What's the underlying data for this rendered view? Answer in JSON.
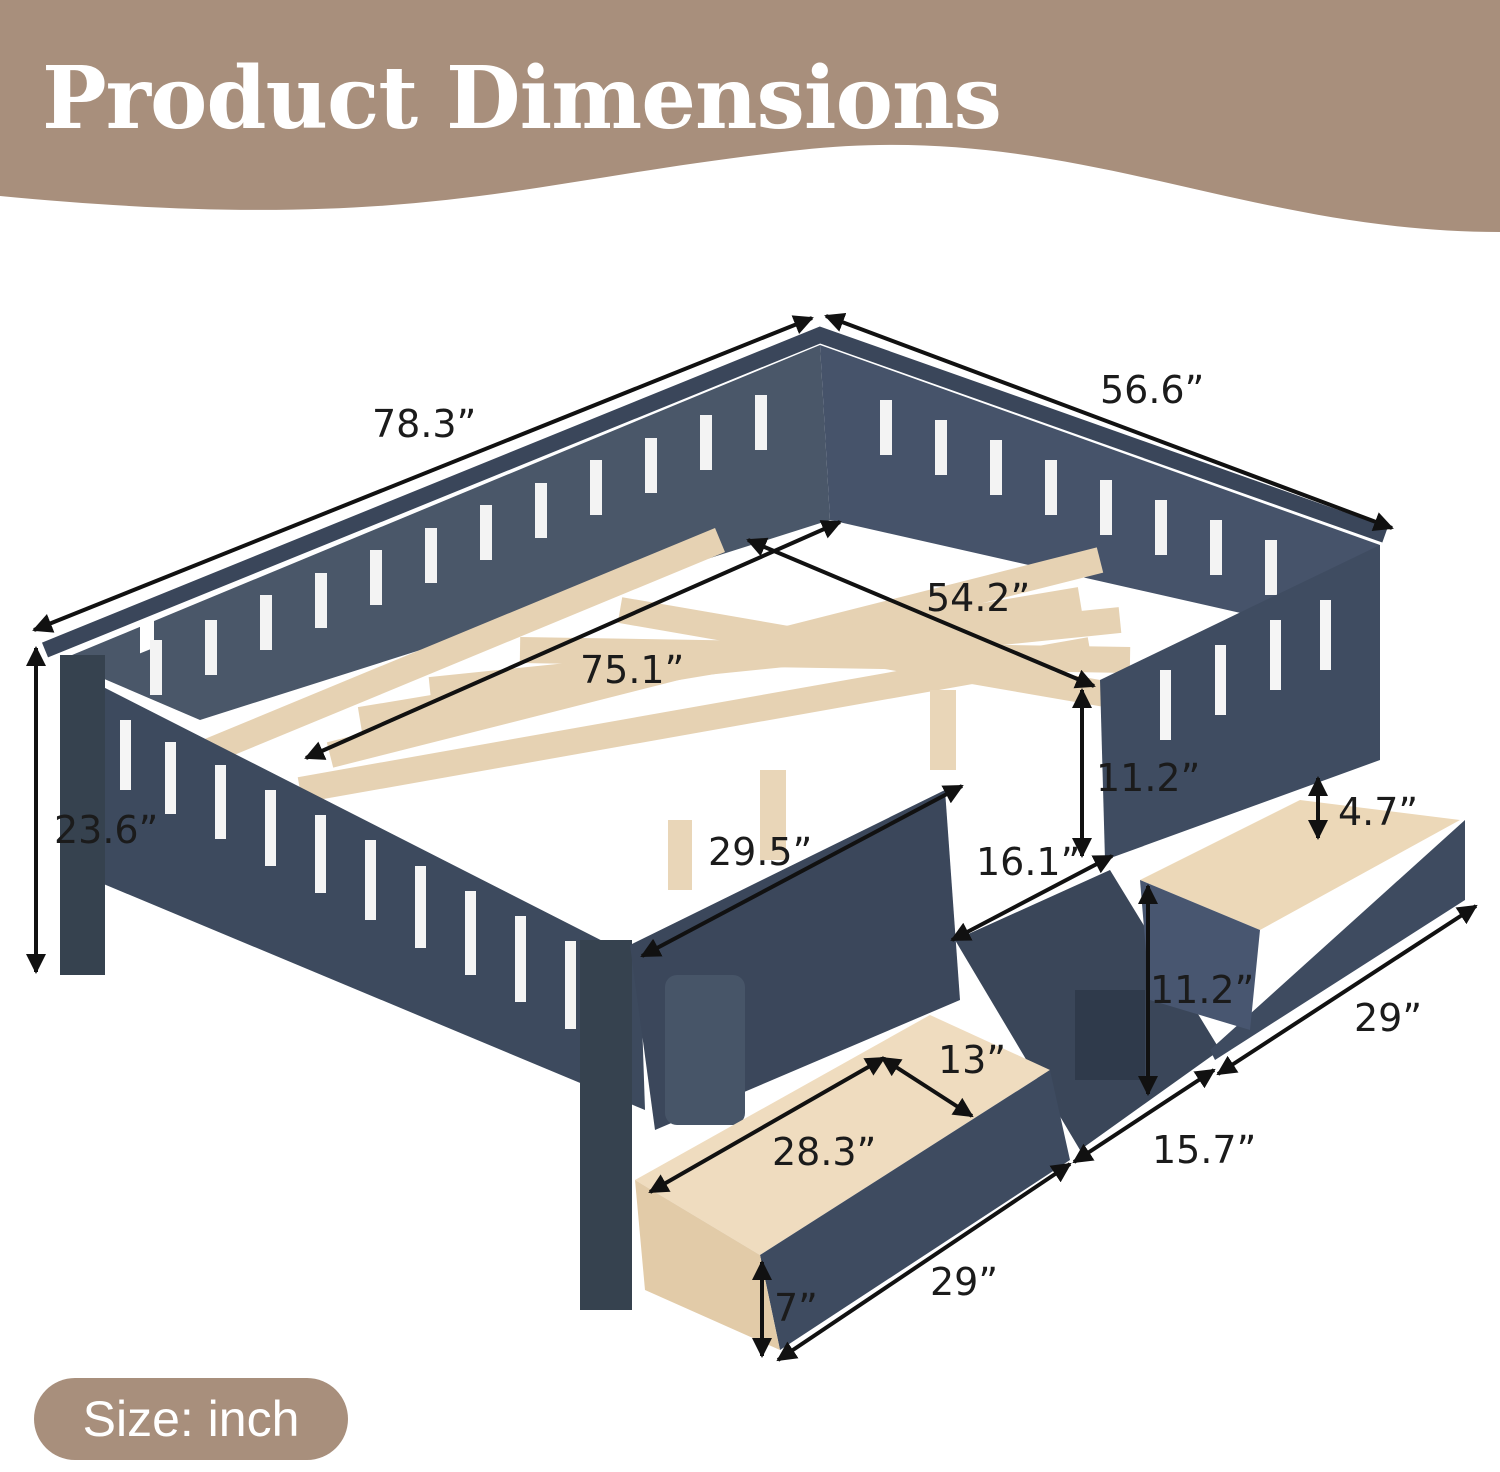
{
  "header": {
    "title": "Product Dimensions",
    "band_color": "#a88f7c",
    "text_color": "#ffffff"
  },
  "product": {
    "frame_color": "#3d4a5e",
    "slat_color": "#e8d6bb",
    "drawer_interior_color": "#efdcbf"
  },
  "dimensions": {
    "overall_length": "78.3”",
    "overall_width": "56.6”",
    "inner_width": "54.2”",
    "inner_length": "75.1”",
    "overall_height": "23.6”",
    "rail_height": "11.2”",
    "shelf_length": "29.5”",
    "step_depth": "16.1”",
    "step_height": "11.2”",
    "drawer_depth_right": "4.7”",
    "drawer_length_right": "29”",
    "drawer_inner_width": "13”",
    "drawer_inner_length": "28.3”",
    "step_width": "15.7”",
    "drawer_length_front": "29”",
    "drawer_depth_front": "7”"
  },
  "size_badge": "Size: inch"
}
